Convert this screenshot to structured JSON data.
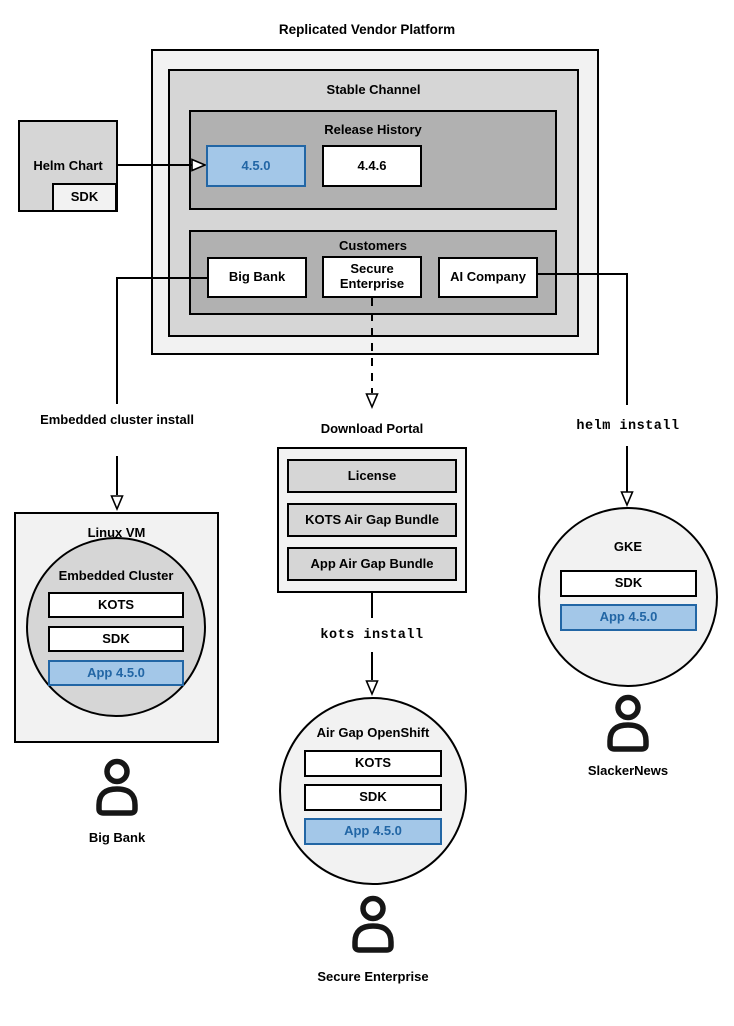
{
  "title": "Replicated Vendor Platform",
  "platform": {
    "stable_channel": {
      "label": "Stable Channel",
      "release_history": {
        "label": "Release History",
        "releases": [
          {
            "version": "4.5.0",
            "highlighted": true
          },
          {
            "version": "4.4.6",
            "highlighted": false
          }
        ]
      },
      "customers": {
        "label": "Customers",
        "items": [
          {
            "name": "Big Bank"
          },
          {
            "name": "Secure Enterprise"
          },
          {
            "name": "AI Company"
          }
        ]
      }
    }
  },
  "helm_chart": {
    "label": "Helm Chart",
    "sdk": "SDK"
  },
  "connectors": {
    "embedded_cluster_install": "Embedded cluster install",
    "helm_install": "helm install",
    "kots_install": "kots install"
  },
  "download_portal": {
    "label": "Download Portal",
    "items": [
      {
        "name": "License"
      },
      {
        "name": "KOTS Air Gap Bundle"
      },
      {
        "name": "App Air Gap Bundle"
      }
    ]
  },
  "deployments": {
    "linux_vm": {
      "label": "Linux VM",
      "cluster": {
        "label": "Embedded Cluster",
        "components": [
          {
            "name": "KOTS",
            "highlighted": false
          },
          {
            "name": "SDK",
            "highlighted": false
          },
          {
            "name": "App 4.5.0",
            "highlighted": true
          }
        ]
      },
      "user": "Big Bank"
    },
    "air_gap_openshift": {
      "label": "Air Gap OpenShift",
      "components": [
        {
          "name": "KOTS",
          "highlighted": false
        },
        {
          "name": "SDK",
          "highlighted": false
        },
        {
          "name": "App 4.5.0",
          "highlighted": true
        }
      ],
      "user": "Secure Enterprise"
    },
    "gke": {
      "label": "GKE",
      "components": [
        {
          "name": "SDK",
          "highlighted": false
        },
        {
          "name": "App 4.5.0",
          "highlighted": true
        }
      ],
      "user": "SlackerNews"
    }
  },
  "colors": {
    "container_bg": "#f2f2f2",
    "group_bg": "#d6d6d6",
    "inner_group_bg": "#b1b1b1",
    "node_bg": "#ffffff",
    "highlight_fill": "#a3c7e8",
    "highlight_stroke": "#2266a5",
    "line": "#000000"
  }
}
